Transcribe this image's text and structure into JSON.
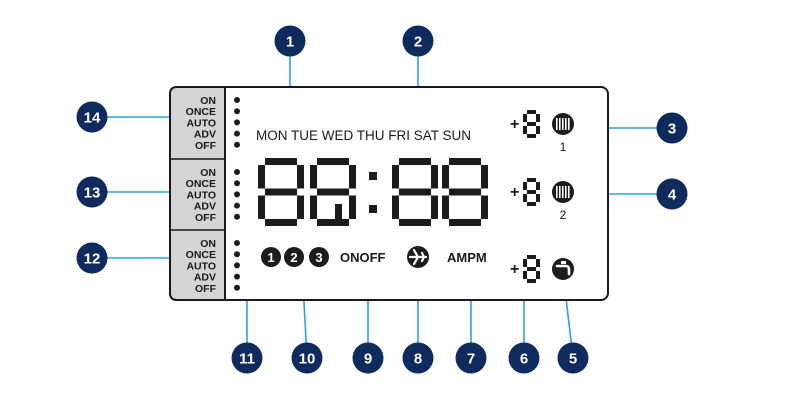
{
  "colors": {
    "callout_fill": "#0f2a5c",
    "leader_line": "#2aa5dc",
    "lcd_border": "#1a1a1a",
    "mode_panel": "#d4d4d4",
    "segment": "#1c1c1c"
  },
  "days": [
    "MON",
    "TUE",
    "WED",
    "THU",
    "FRI",
    "SAT",
    "SUN"
  ],
  "mode_groups": [
    {
      "modes": [
        "ON",
        "ONCE",
        "AUTO",
        "ADV",
        "OFF"
      ]
    },
    {
      "modes": [
        "ON",
        "ONCE",
        "AUTO",
        "ADV",
        "OFF"
      ]
    },
    {
      "modes": [
        "ON",
        "ONCE",
        "AUTO",
        "ADV",
        "OFF"
      ]
    }
  ],
  "time_digits": [
    "8",
    "8",
    "8",
    "8"
  ],
  "program_numbers": [
    "1",
    "2",
    "3"
  ],
  "on_off_label": "ONOFF",
  "am_pm_label": "AMPM",
  "right_column": {
    "plus_sign": "+",
    "small_digit": "8",
    "zone_labels": [
      "1",
      "2"
    ],
    "icons": [
      "radiator-icon",
      "radiator-icon",
      "hot-water-tap-icon"
    ]
  },
  "holiday_icon": "airplane-icon",
  "callouts": [
    "1",
    "2",
    "3",
    "4",
    "5",
    "6",
    "7",
    "8",
    "9",
    "10",
    "11",
    "12",
    "13",
    "14"
  ]
}
